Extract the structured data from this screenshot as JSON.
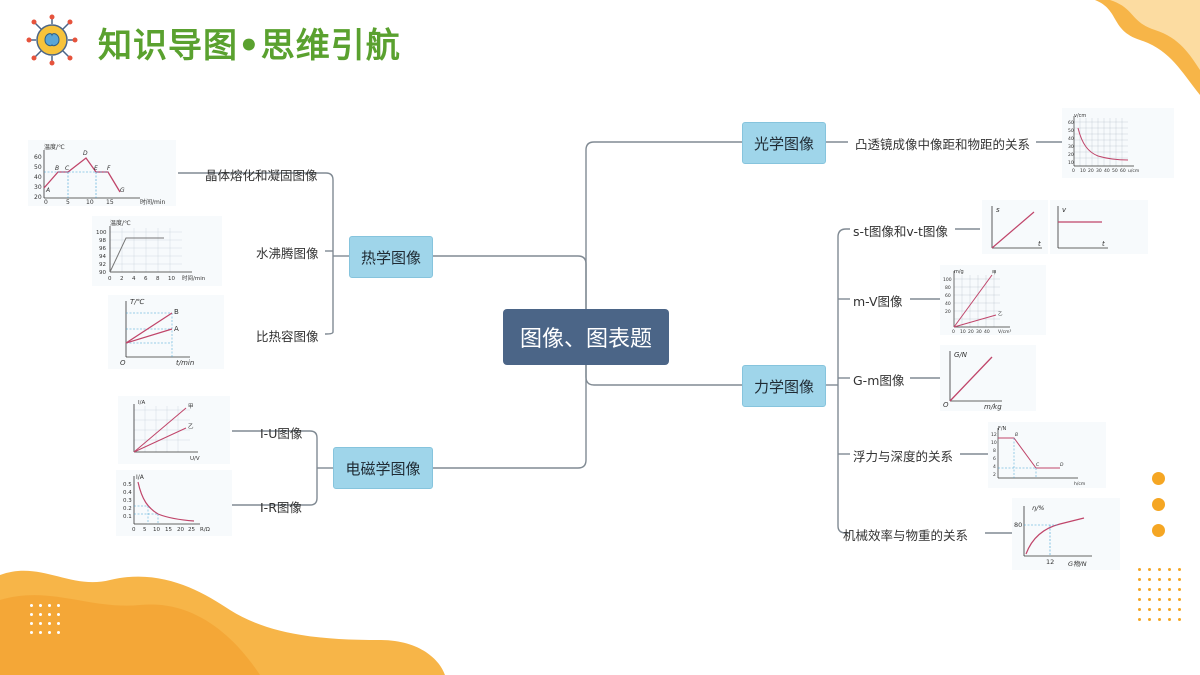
{
  "title": "知识导图•思维引航",
  "center": "图像、图表题",
  "branches": {
    "heat": {
      "label": "热学图像",
      "leaves": [
        "晶体熔化和凝固图像",
        "水沸腾图像",
        "比热容图像"
      ]
    },
    "em": {
      "label": "电磁学图像",
      "leaves": [
        "I-U图像",
        "I-R图像"
      ]
    },
    "optics": {
      "label": "光学图像",
      "leaves": [
        "凸透镜成像中像距和物距的关系"
      ]
    },
    "mech": {
      "label": "力学图像",
      "leaves": [
        "s-t图像和v-t图像",
        "m-V图像",
        "G-m图像",
        "浮力与深度的关系",
        "机械效率与物重的关系"
      ]
    }
  },
  "thumbs": {
    "melt": {
      "ylabel": "温度/℃",
      "xlabel": "时间/min",
      "yticks": [
        "60",
        "50",
        "40",
        "30",
        "20"
      ],
      "xticks": [
        "0",
        "5",
        "10",
        "15"
      ],
      "points": [
        "A",
        "B",
        "C",
        "D",
        "E",
        "F",
        "G"
      ]
    },
    "boil": {
      "ylabel": "温度/℃",
      "xlabel": "时间/min",
      "yticks": [
        "100",
        "98",
        "96",
        "94",
        "92",
        "90"
      ],
      "xticks": [
        "0",
        "2",
        "4",
        "6",
        "8",
        "10"
      ]
    },
    "heatcap": {
      "ylabel": "T/℃",
      "xlabel": "t/min",
      "origin": "O",
      "lines": [
        "B",
        "A"
      ]
    },
    "iu": {
      "ylabel": "I/A",
      "xlabel": "U/V",
      "lines": [
        "甲",
        "乙"
      ]
    },
    "ir": {
      "ylabel": "I/A",
      "xlabel": "R/Ω",
      "yticks": [
        "0.5",
        "0.4",
        "0.3",
        "0.2",
        "0.1"
      ],
      "xticks": [
        "0",
        "5",
        "10",
        "15",
        "20",
        "25"
      ]
    },
    "lens": {
      "ylabel": "v/cm",
      "xlabel": "u/cm",
      "xticks": [
        "0",
        "10",
        "20",
        "30",
        "40",
        "50",
        "60"
      ],
      "yticks": [
        "60",
        "50",
        "40",
        "30",
        "20",
        "10"
      ]
    },
    "st": {
      "ylabel": "s",
      "xlabel": "t"
    },
    "vt": {
      "ylabel": "v",
      "xlabel": "t"
    },
    "mv": {
      "ylabel": "m/g",
      "xlabel": "V/cm³",
      "lines": [
        "甲",
        "乙"
      ],
      "yticks": [
        "100",
        "80",
        "60",
        "40",
        "20"
      ],
      "xticks": [
        "0",
        "10",
        "20",
        "30",
        "40"
      ]
    },
    "gm": {
      "ylabel": "G/N",
      "xlabel": "m/kg",
      "origin": "O"
    },
    "buoy": {
      "ylabel": "F/N",
      "xlabel": "h/cm",
      "points": [
        "B",
        "C",
        "D"
      ],
      "yticks": [
        "12",
        "10",
        "8",
        "6",
        "4",
        "2"
      ]
    },
    "eff": {
      "ylabel": "η/%",
      "xlabel": "G物/N",
      "yvalue": "80",
      "xvalue": "12"
    }
  },
  "colors": {
    "title_green": "#5aa12f",
    "center_bg": "#4b6587",
    "node_bg": "#9fd5ea",
    "connector": "#808a93",
    "accent_orange": "#f5a623"
  }
}
